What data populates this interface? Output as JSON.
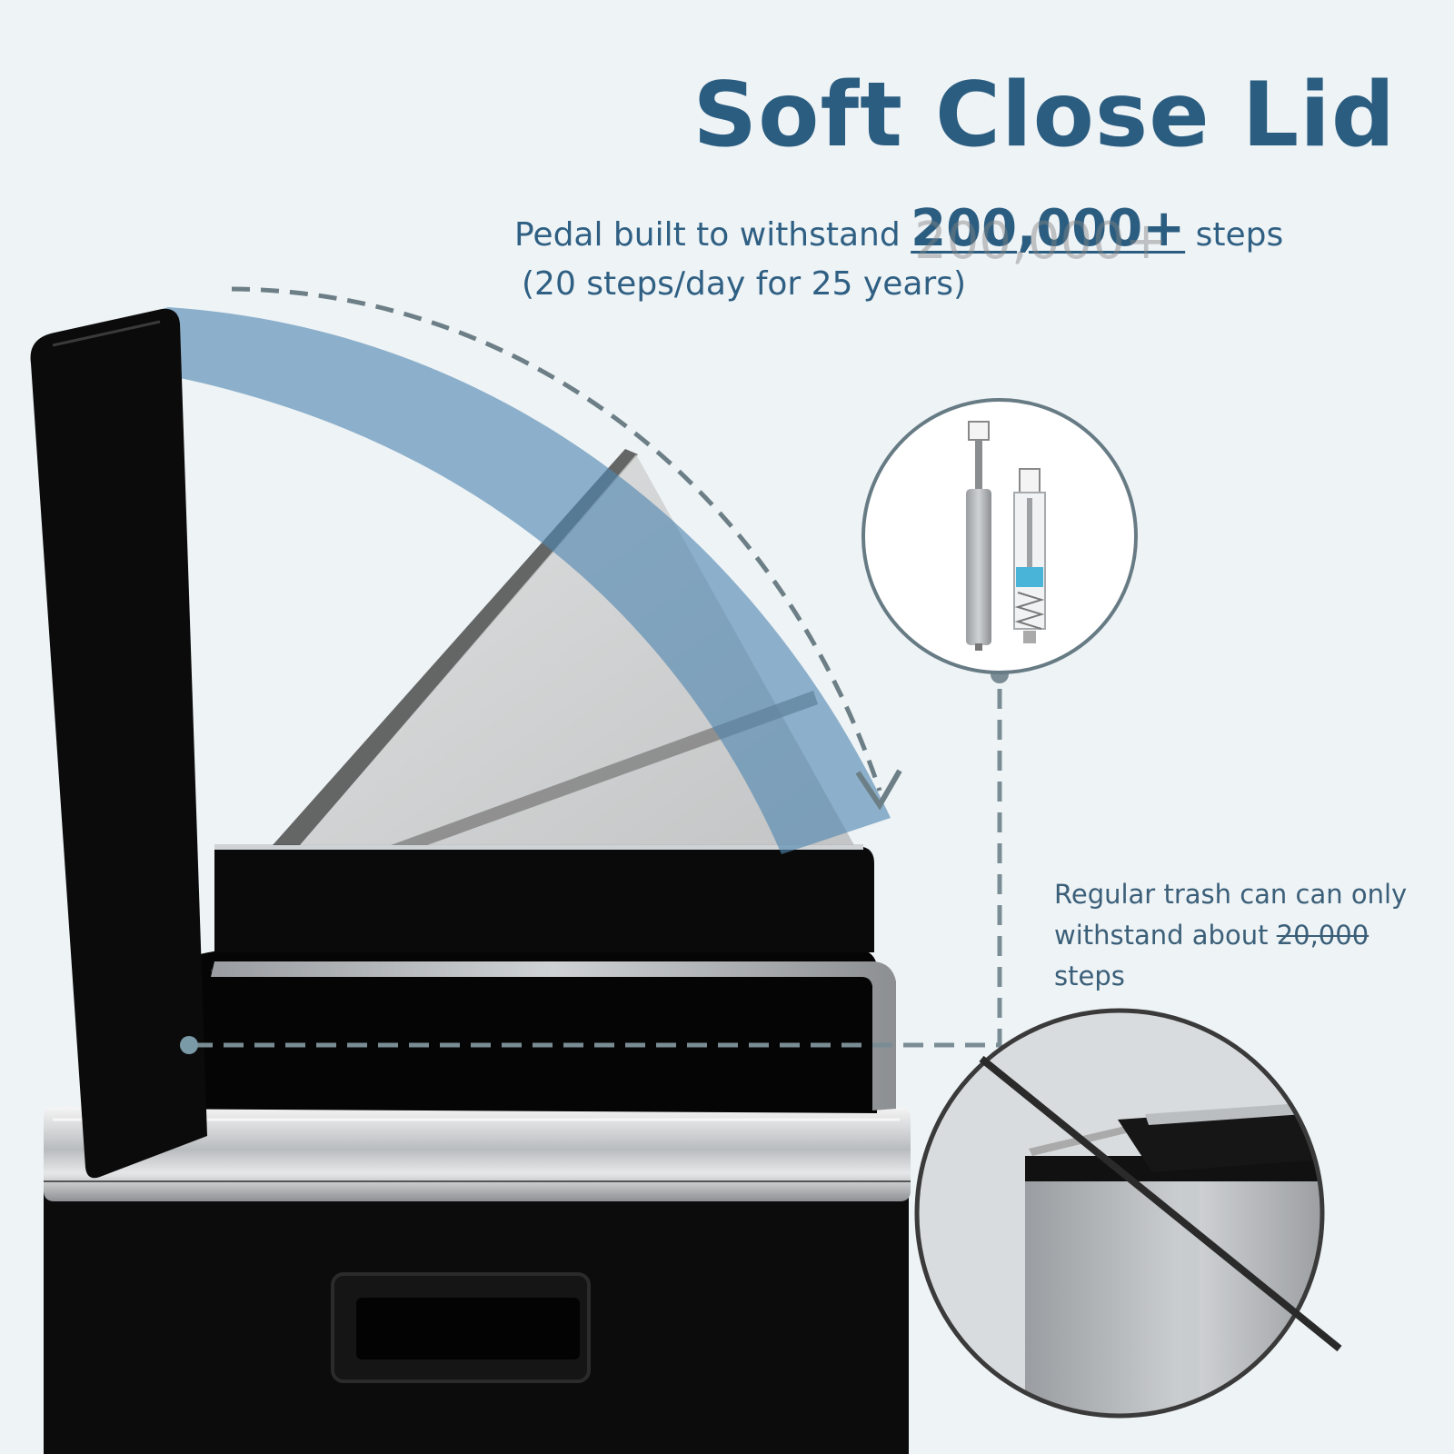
{
  "headline": "Soft Close Lid",
  "subheadline": {
    "prefix": "Pedal built to withstand ",
    "highlight": "200,000+",
    "suffix": " steps",
    "detail": "(20 steps/day for 25 years)"
  },
  "comparison_note": {
    "line1": "Regular trash can can only",
    "line2_prefix": "withstand about ",
    "line2_struck": "20,000",
    "line3": "steps"
  },
  "colors": {
    "background": "#eef3f6",
    "headline": "#2b5d80",
    "arc_blue": "#4f86b0",
    "dashed_guide": "#6d7f86"
  },
  "icons": [
    "soft-close-damper-icon",
    "open-lid-arrow-icon",
    "regular-trash-can-crossed-icon"
  ]
}
